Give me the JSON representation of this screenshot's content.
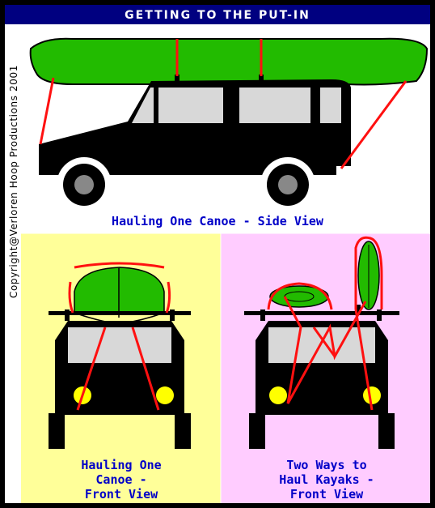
{
  "title": "GETTING TO THE PUT-IN",
  "copyright": "Copyright@Verloren Hoop Productions 2001",
  "panels": {
    "side": {
      "caption": "Hauling One Canoe - Side View"
    },
    "front_canoe": {
      "caption_lines": [
        "Hauling One",
        "Canoe -",
        "Front View"
      ]
    },
    "front_kayaks": {
      "caption_lines": [
        "Two Ways to",
        "Haul Kayaks -",
        "Front View"
      ]
    }
  },
  "colors": {
    "title_bar": "#000080",
    "canoe_green": "#22bb00",
    "strap_red": "#ff1010",
    "vehicle": "#000000",
    "window": "#d8d8d8",
    "caption_blue": "#0000c8",
    "front_canoe_bg": "#ffff99",
    "front_kayaks_bg": "#ffccff",
    "headlight": "#ffff00",
    "wheel_hub": "#888888"
  }
}
